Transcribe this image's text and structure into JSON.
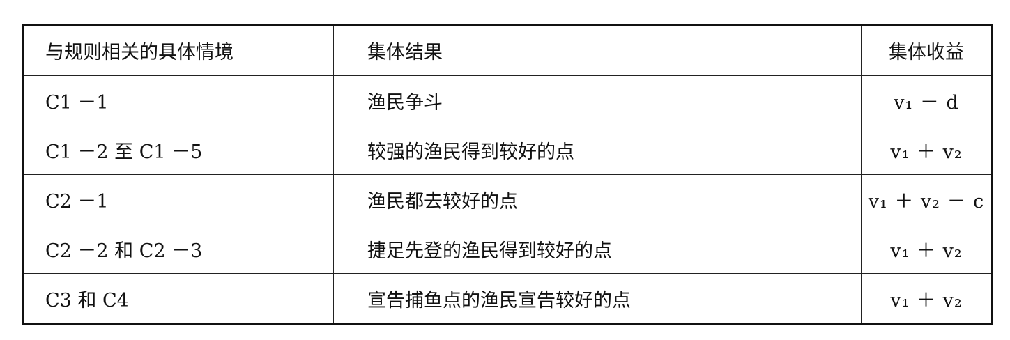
{
  "table": {
    "headers": [
      "与规则相关的具体情境",
      "集体结果",
      "集体收益"
    ],
    "rows": [
      {
        "situation": "C1 －1",
        "result": "渔民争斗",
        "payoff": "v₁ － d"
      },
      {
        "situation": "C1 －2 至 C1 －5",
        "result": "较强的渔民得到较好的点",
        "payoff": "v₁ ＋ v₂"
      },
      {
        "situation": "C2 －1",
        "result": "渔民都去较好的点",
        "payoff": "v₁ ＋ v₂ － c"
      },
      {
        "situation": "C2 －2 和 C2 －3",
        "result": "捷足先登的渔民得到较好的点",
        "payoff": "v₁ ＋ v₂"
      },
      {
        "situation": "C3 和 C4",
        "result": "宣告捕鱼点的渔民宣告较好的点",
        "payoff": "v₁ ＋ v₂"
      }
    ]
  }
}
